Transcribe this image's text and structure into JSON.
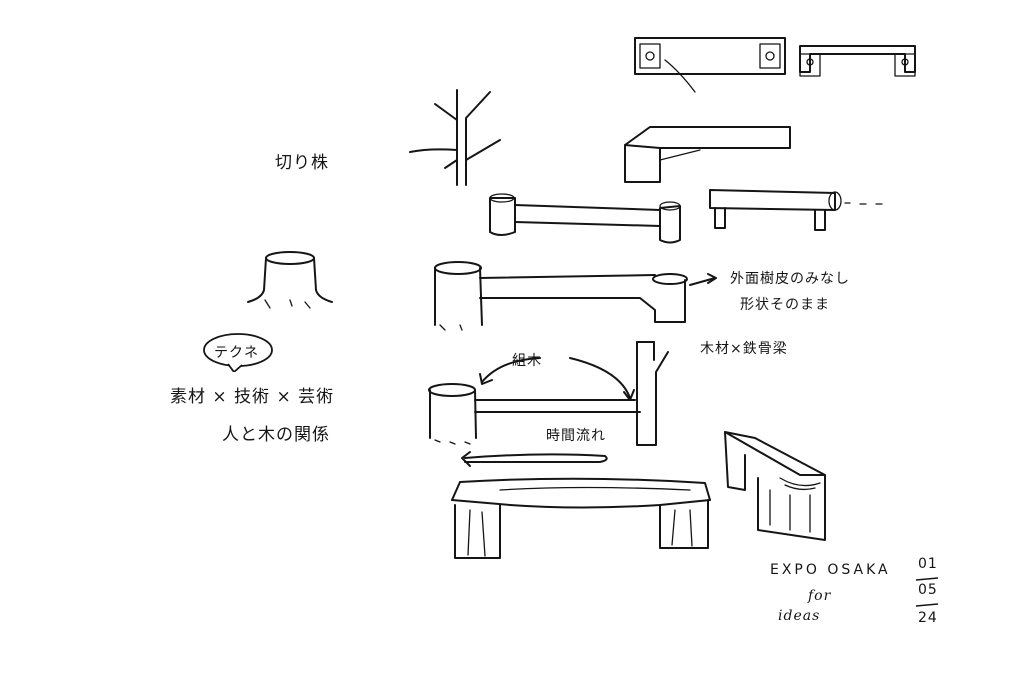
{
  "labels": {
    "stump_label": "切り株",
    "bark_note_1": "外面樹皮のみなし",
    "bark_note_2": "形状そのまま",
    "joinery_note": "木材×鉄骨梁",
    "kumiki": "組木",
    "time_flow": "時間流れ",
    "technique": "テクネ",
    "concept_1": "素材 × 技術 × 芸術",
    "concept_2": "人と木の関係",
    "expo": "EXPO OSAKA",
    "for": "for",
    "ideas": "ideas",
    "date_1": "01",
    "date_2": "05",
    "date_3": "24"
  }
}
